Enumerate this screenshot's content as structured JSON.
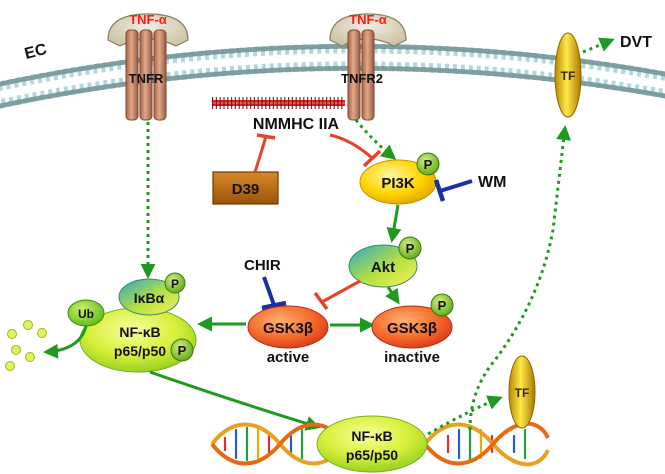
{
  "membrane_label": "EC",
  "ligands": [
    "TNF-α",
    "TNF-α"
  ],
  "receptors": [
    "TNFR",
    "TNFR2"
  ],
  "tissue_factor": "TF",
  "outcome": "DVT",
  "myosin": "NMMHC IIA",
  "inhibitors": {
    "d39": "D39",
    "wm": "WM",
    "chir": "CHIR"
  },
  "kinases": {
    "pi3k": "PI3K",
    "akt": "Akt"
  },
  "phospho": "P",
  "ikb": "IκBα",
  "ub": "Ub",
  "nfkb": [
    "NF-κB",
    "p65/p50"
  ],
  "gsk": {
    "name": "GSK3β",
    "active": "active",
    "inactive": "inactive"
  },
  "colors": {
    "activation": "#1e9a1e",
    "inhibition_red": "#e8402a",
    "inhibition_blue": "#1b2fa8",
    "ligand_text": "#ff1a1a",
    "receptor": "#c98a6c",
    "tf": "#e0b000",
    "d39_box": "#b56a10"
  }
}
